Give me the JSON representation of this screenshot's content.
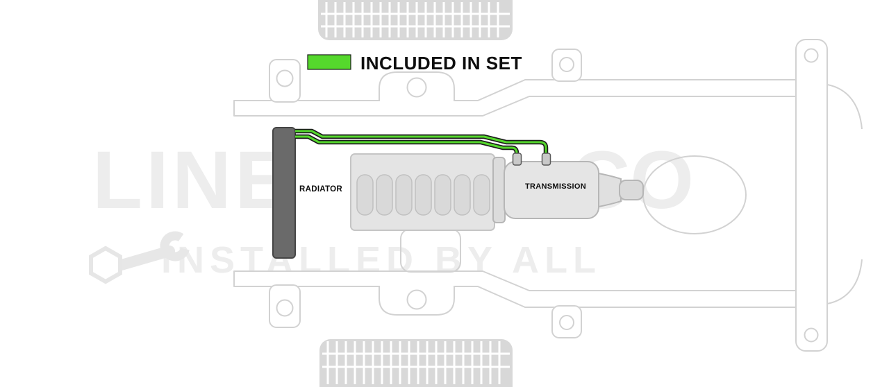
{
  "legend": {
    "label": "INCLUDED IN SET"
  },
  "labels": {
    "radiator": "RADIATOR",
    "transmission": "TRANSMISSION"
  },
  "watermark": {
    "brand_left": "LINE",
    "brand_right": "CO",
    "tagline": "INSTALLED BY ALL"
  },
  "colors": {
    "highlight_green": "#55d82c",
    "line_casing": "#1c1c1c",
    "radiator_gray": "#6a6a6a",
    "chassis_gray": "#d2d2d2",
    "watermark_gray": "#ededed",
    "text_black": "#0d0d0d"
  }
}
